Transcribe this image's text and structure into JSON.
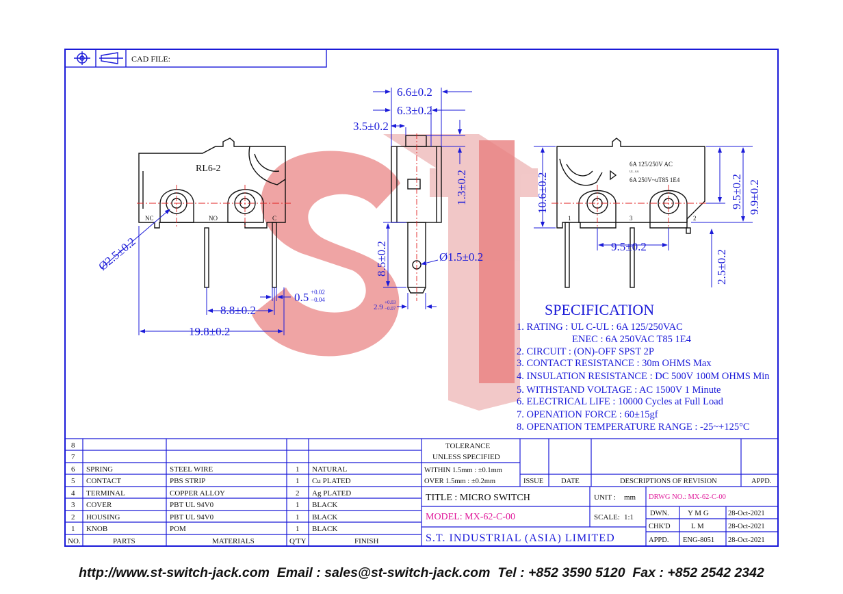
{
  "header": {
    "cad_file_label": "CAD FILE:"
  },
  "views": {
    "left": {
      "model_mark": "RL6-2",
      "terminals": [
        "NC",
        "NO",
        "C"
      ],
      "dims": {
        "hole_dia": "Ø2.5±0.2",
        "pitch": "8.8±0.2",
        "length": "19.8±0.2",
        "pin_thk": "0.5",
        "pin_thk_tol_upper": "+0.02",
        "pin_thk_tol_lower": "−0.04"
      }
    },
    "side": {
      "dims": {
        "w1": "6.6±0.2",
        "w2": "6.3±0.2",
        "w3": "3.5±0.2",
        "h_plunger": "1.3±0.2",
        "pin_len": "8.5±0.2",
        "pin_hole": "Ø1.5±0.2",
        "pin_w": "2.9",
        "pin_w_tol_upper": "+0.03",
        "pin_w_tol_lower": "−0.07"
      }
    },
    "right": {
      "rating_lines": [
        "6A 125/250V AC",
        "6A 250V~uT85 1E4"
      ],
      "terminals": [
        "1",
        "3",
        "2"
      ],
      "dims": {
        "height": "10.6±0.2",
        "h1": "9.5±0.2",
        "h2": "9.9±0.2",
        "pitch": "9.5±0.2",
        "pin": "2.5±0.2"
      }
    }
  },
  "watermark": "ST",
  "specification": {
    "title": "SPECIFICATION",
    "lines": [
      "1. RATING : UL C-UL : 6A 125/250VAC",
      "ENEC : 6A 250VAC T85 1E4",
      "2. CIRCUIT : (ON)-OFF SPST 2P",
      "3. CONTACT RESISTANCE : 30m OHMS Max",
      "4. INSULATION RESISTANCE : DC 500V 100M OHMS Min",
      "5. WITHSTAND VOLTAGE : AC 1500V 1 Minute",
      "6. ELECTRICAL LIFE : 10000 Cycles at Full Load",
      "7. OPENATION FORCE : 60±15gf",
      "8. OPENATION TEMPERATURE RANGE : -25~+125°C"
    ]
  },
  "parts_table": {
    "headers": [
      "NO.",
      "PARTS",
      "MATERIALS",
      "Q'TY",
      "FINISH"
    ],
    "rows": [
      [
        "8",
        "",
        "",
        "",
        ""
      ],
      [
        "7",
        "",
        "",
        "",
        ""
      ],
      [
        "6",
        "SPRING",
        "STEEL WIRE",
        "1",
        "NATURAL"
      ],
      [
        "5",
        "CONTACT",
        "PBS STRIP",
        "1",
        "Cu PLATED"
      ],
      [
        "4",
        "TERMINAL",
        "COPPER ALLOY",
        "2",
        "Ag PLATED"
      ],
      [
        "3",
        "COVER",
        "PBT UL 94V0",
        "1",
        "BLACK"
      ],
      [
        "2",
        "HOUSING",
        "PBT UL 94V0",
        "1",
        "BLACK"
      ],
      [
        "1",
        "KNOB",
        "POM",
        "1",
        "BLACK"
      ]
    ]
  },
  "title_block": {
    "tolerance_line1": "TOLERANCE",
    "tolerance_line2": "UNLESS SPECIFIED",
    "within": "WITHIN 1.5mm : ±0.1mm",
    "over": "OVER 1.5mm : ±0.2mm",
    "issue": "ISSUE",
    "date": "DATE",
    "descriptions": "DESCRIPTIONS OF REVISION",
    "appd": "APPD.",
    "title": "TITLE : MICRO SWITCH",
    "unit_label": "UNIT :",
    "unit": "mm",
    "drwg_no": "DRWG NO.: MX-62-C-00",
    "model": "MODEL: MX-62-C-00",
    "scale_label": "SCALE:",
    "scale": "1:1",
    "company": "S.T. INDUSTRIAL (ASIA) LIMITED",
    "dwn_label": "DWN.",
    "dwn": "Y M G",
    "dwn_date": "28-Oct-2021",
    "chkd_label": "CHK'D",
    "chkd": "L M",
    "chkd_date": "28-Oct-2021",
    "appd_label": "APPD.",
    "appd_by": "ENG-8051",
    "appd_date": "28-Oct-2021"
  },
  "footer": "http://www.st-switch-jack.com  Email : sales@st-switch-jack.com  Tel : +852 3590 5120  Fax : +852 2542 2342"
}
